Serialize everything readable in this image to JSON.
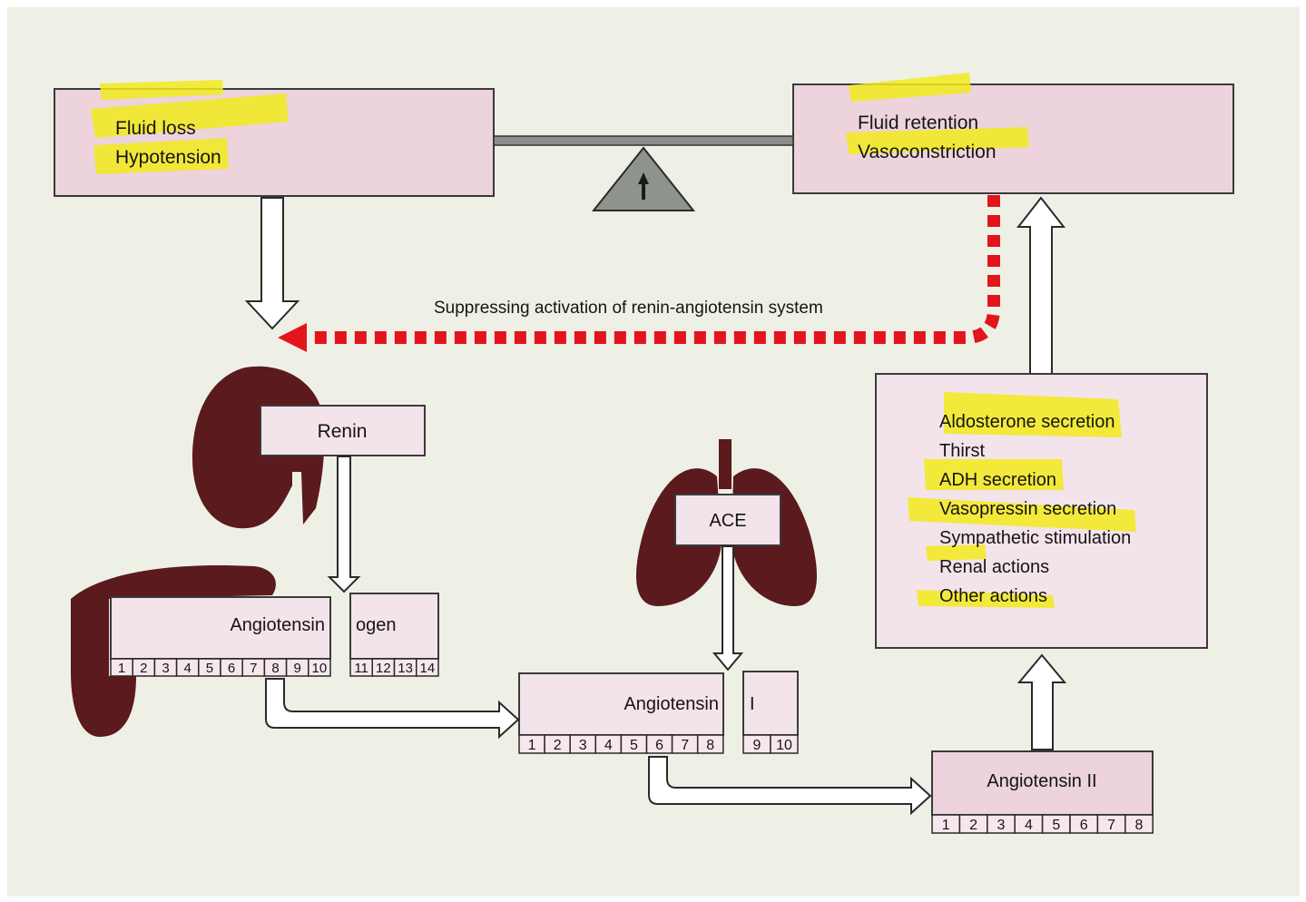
{
  "diagram": {
    "fluid_loss_box": {
      "lines": [
        "Fluid loss",
        "Hypotension"
      ]
    },
    "fluid_retention_box": {
      "lines": [
        "Fluid retention",
        "Vasoconstriction"
      ]
    },
    "feedback_label": "Suppressing activation of renin-angiotensin system",
    "renin_label": "Renin",
    "ace_label": "ACE",
    "angiotensinogen": {
      "part1": "Angiotensin",
      "part2": "ogen",
      "residues_main": [
        "1",
        "2",
        "3",
        "4",
        "5",
        "6",
        "7",
        "8",
        "9",
        "10"
      ],
      "residues_tail": [
        "11",
        "12",
        "13",
        "14"
      ]
    },
    "angiotensin_i": {
      "part1": "Angiotensin",
      "part2": "I",
      "residues_main": [
        "1",
        "2",
        "3",
        "4",
        "5",
        "6",
        "7",
        "8"
      ],
      "residues_tail": [
        "9",
        "10"
      ]
    },
    "angiotensin_ii": {
      "label": "Angiotensin II",
      "residues": [
        "1",
        "2",
        "3",
        "4",
        "5",
        "6",
        "7",
        "8"
      ]
    },
    "effects": {
      "items": [
        "Aldosterone secretion",
        "Thirst",
        "ADH secretion",
        "Vasopressin secretion",
        "Sympathetic stimulation",
        "Renal actions",
        "Other actions"
      ]
    },
    "colors": {
      "box_fill": "#ecd3dc",
      "organ": "#5b1a1d",
      "highlight": "#f2ea1c",
      "feedback_arrow": "#e3141b",
      "background": "#eef0e6"
    }
  }
}
